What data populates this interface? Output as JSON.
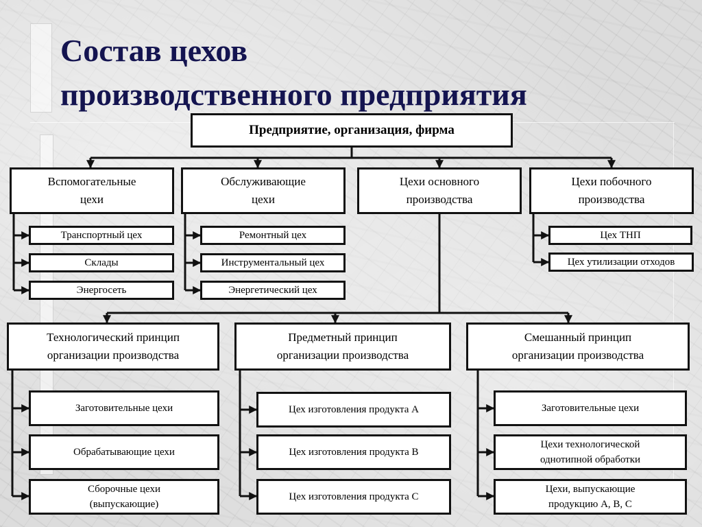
{
  "title": {
    "line1": "Состав цехов",
    "line2": "производственного предприятия"
  },
  "root": "Предприятие, организация, фирма",
  "categories": {
    "auxiliary": "Вспомогательные\nцехи",
    "service": "Обслуживающие\nцехи",
    "main": "Цехи основного\nпроизводства",
    "byproduct": "Цехи побочного\nпроизводства"
  },
  "auxiliary_items": [
    "Транспортный цех",
    "Склады",
    "Энергосеть"
  ],
  "service_items": [
    "Ремонтный цех",
    "Инструментальный цех",
    "Энергетический цех"
  ],
  "byproduct_items": [
    "Цех ТНП",
    "Цех утилизации отходов"
  ],
  "principles": {
    "technological": "Технологический принцип\nорганизации производства",
    "subject": "Предметный принцип\nорганизации производства",
    "mixed": "Смешанный принцип\nорганизации производства"
  },
  "technological_items": [
    "Заготовительные цехи",
    "Обрабатывающие цехи",
    "Сборочные цехи\n(выпускающие)"
  ],
  "subject_items": [
    "Цех изготовления продукта А",
    "Цех изготовления продукта В",
    "Цех изготовления продукта С"
  ],
  "mixed_items": [
    "Заготовительные цехи",
    "Цехи технологической\nоднотипной обработки",
    "Цехи, выпускающие\nпродукцию А, В, С"
  ],
  "colors": {
    "title": "#141450",
    "border": "#111111",
    "box_fill": "#ffffff"
  }
}
